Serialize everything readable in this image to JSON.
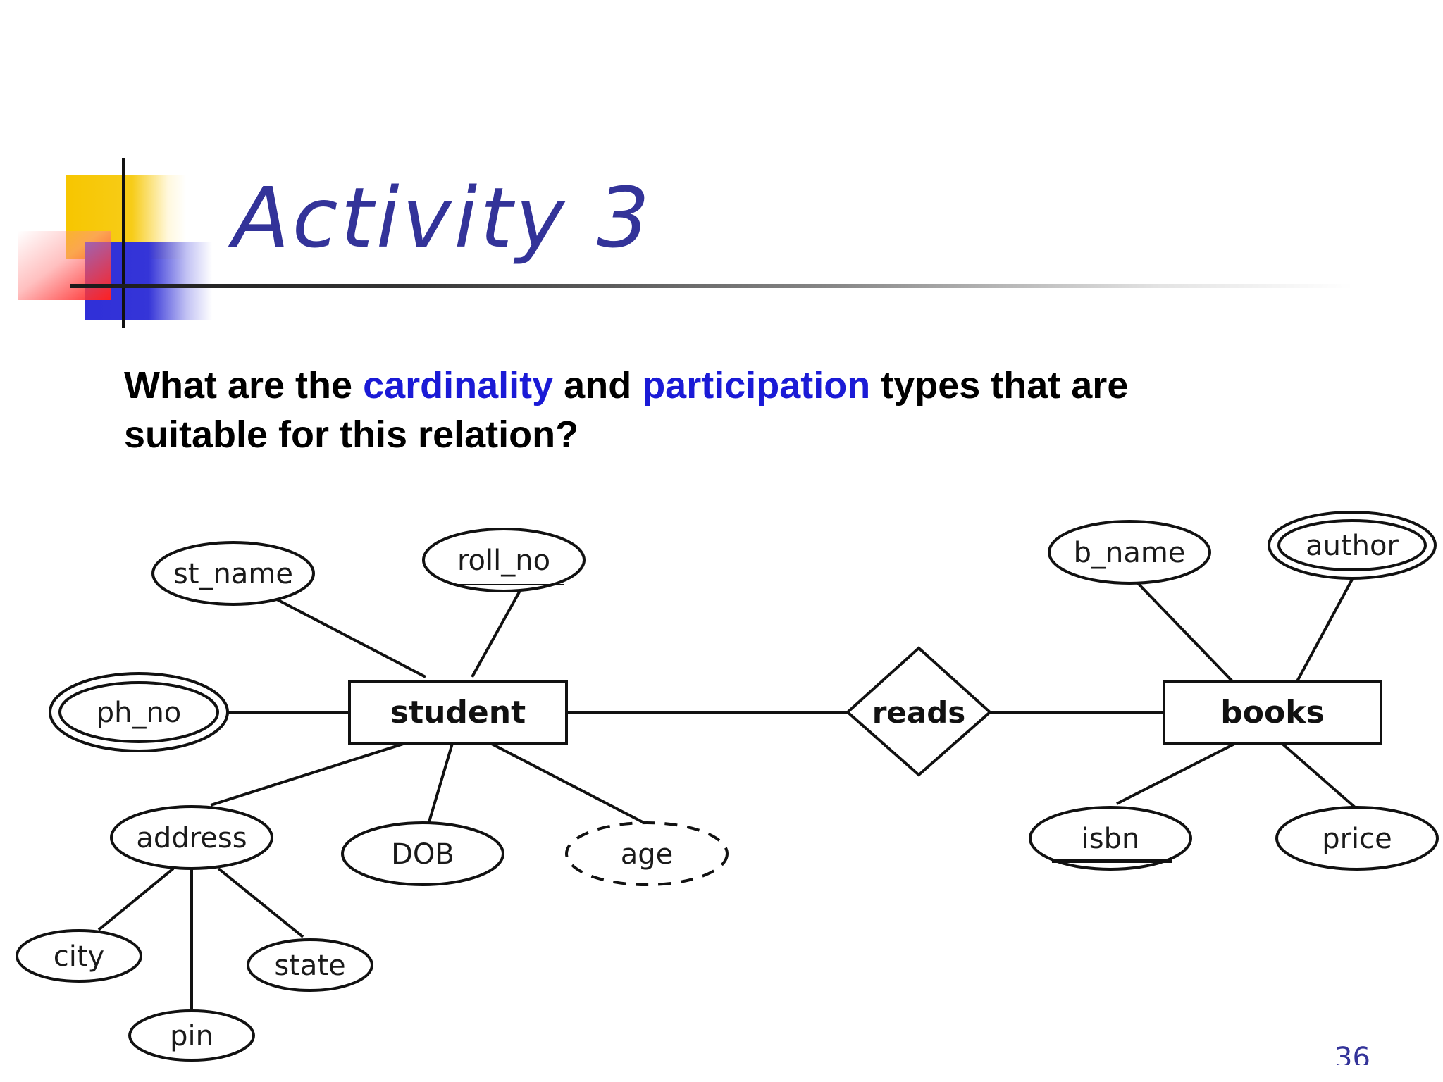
{
  "slide": {
    "title": "Activity 3",
    "question": {
      "segments_line1": [
        {
          "text": "What are the ",
          "highlight": false
        },
        {
          "text": "cardinality",
          "highlight": true
        },
        {
          "text": " and ",
          "highlight": false
        },
        {
          "text": "participation",
          "highlight": true
        },
        {
          "text": " types that are",
          "highlight": false
        }
      ],
      "line2": "suitable for this relation?"
    },
    "page_number": "36",
    "colors": {
      "title": "#333399",
      "highlight": "#1a1ad6",
      "text": "#000000"
    }
  },
  "er_diagram": {
    "entities": [
      {
        "id": "student",
        "label": "student"
      },
      {
        "id": "books",
        "label": "books"
      }
    ],
    "relationships": [
      {
        "id": "reads",
        "label": "reads",
        "connects": [
          "student",
          "books"
        ]
      }
    ],
    "attributes": [
      {
        "id": "st_name",
        "label": "st_name",
        "owner": "student",
        "kind": "simple"
      },
      {
        "id": "roll_no",
        "label": "roll_no",
        "owner": "student",
        "kind": "key"
      },
      {
        "id": "ph_no",
        "label": "ph_no",
        "owner": "student",
        "kind": "multivalued"
      },
      {
        "id": "address",
        "label": "address",
        "owner": "student",
        "kind": "composite"
      },
      {
        "id": "city",
        "label": "city",
        "owner": "address",
        "kind": "simple"
      },
      {
        "id": "pin",
        "label": "pin",
        "owner": "address",
        "kind": "simple"
      },
      {
        "id": "state",
        "label": "state",
        "owner": "address",
        "kind": "simple"
      },
      {
        "id": "DOB",
        "label": "DOB",
        "owner": "student",
        "kind": "simple"
      },
      {
        "id": "age",
        "label": "age",
        "owner": "student",
        "kind": "derived"
      },
      {
        "id": "b_name",
        "label": "b_name",
        "owner": "books",
        "kind": "simple"
      },
      {
        "id": "author",
        "label": "author",
        "owner": "books",
        "kind": "multivalued"
      },
      {
        "id": "isbn",
        "label": "isbn",
        "owner": "books",
        "kind": "key"
      },
      {
        "id": "price",
        "label": "price",
        "owner": "books",
        "kind": "simple"
      }
    ]
  }
}
